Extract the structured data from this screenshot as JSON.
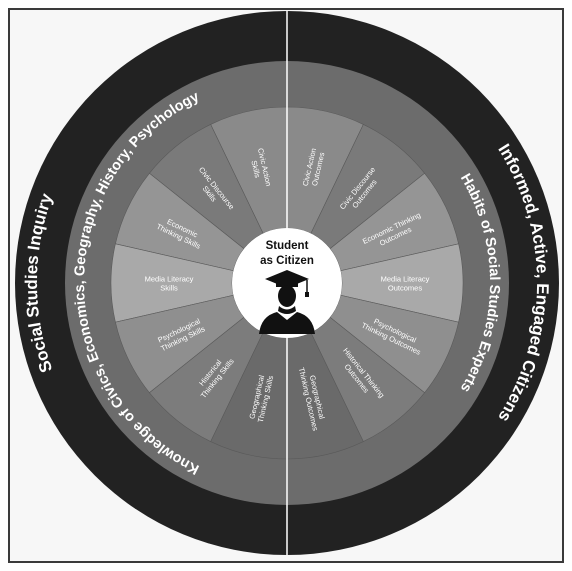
{
  "center": {
    "line1": "Student",
    "line2": "as Citizen",
    "icon": "graduate-student-icon"
  },
  "outer_ring": {
    "left": "Social Studies Inquiry",
    "right": "Informed, Active, Engaged Citizens"
  },
  "middle_ring": {
    "left": "Knowledge of Civics, Economics, Geography, History, Psychology",
    "right": "Habits of Social Studies Experts"
  },
  "skills": [
    [
      "Civic Action",
      "Skills"
    ],
    [
      "Civic Discourse",
      "Skills"
    ],
    [
      "Economic",
      "Thinking Skills"
    ],
    [
      "Media Literacy",
      "Skills"
    ],
    [
      "Psychological",
      "Thinking Skills"
    ],
    [
      "Historical",
      "Thinking Skills"
    ],
    [
      "Geographical",
      "Thinking Skills"
    ]
  ],
  "outcomes": [
    [
      "Civic Action",
      "Outcomes"
    ],
    [
      "Civic Discourse",
      "Outcomes"
    ],
    [
      "Economic Thinking",
      "Outcomes"
    ],
    [
      "Media Literacy",
      "Outcomes"
    ],
    [
      "Psychological",
      "Thinking Outcomes"
    ],
    [
      "Historical Thinking",
      "Outcomes"
    ],
    [
      "Geographical",
      "Thinking Outcomes"
    ]
  ],
  "colors": {
    "outer_ring": "#222222",
    "middle_ring": "#6c6c6c",
    "segments": [
      "#8a8a8a",
      "#7a7a7a",
      "#959595",
      "#a9a9a9",
      "#8f8f8f",
      "#7c7c7c",
      "#6a6a6a"
    ],
    "center": "#ffffff"
  }
}
